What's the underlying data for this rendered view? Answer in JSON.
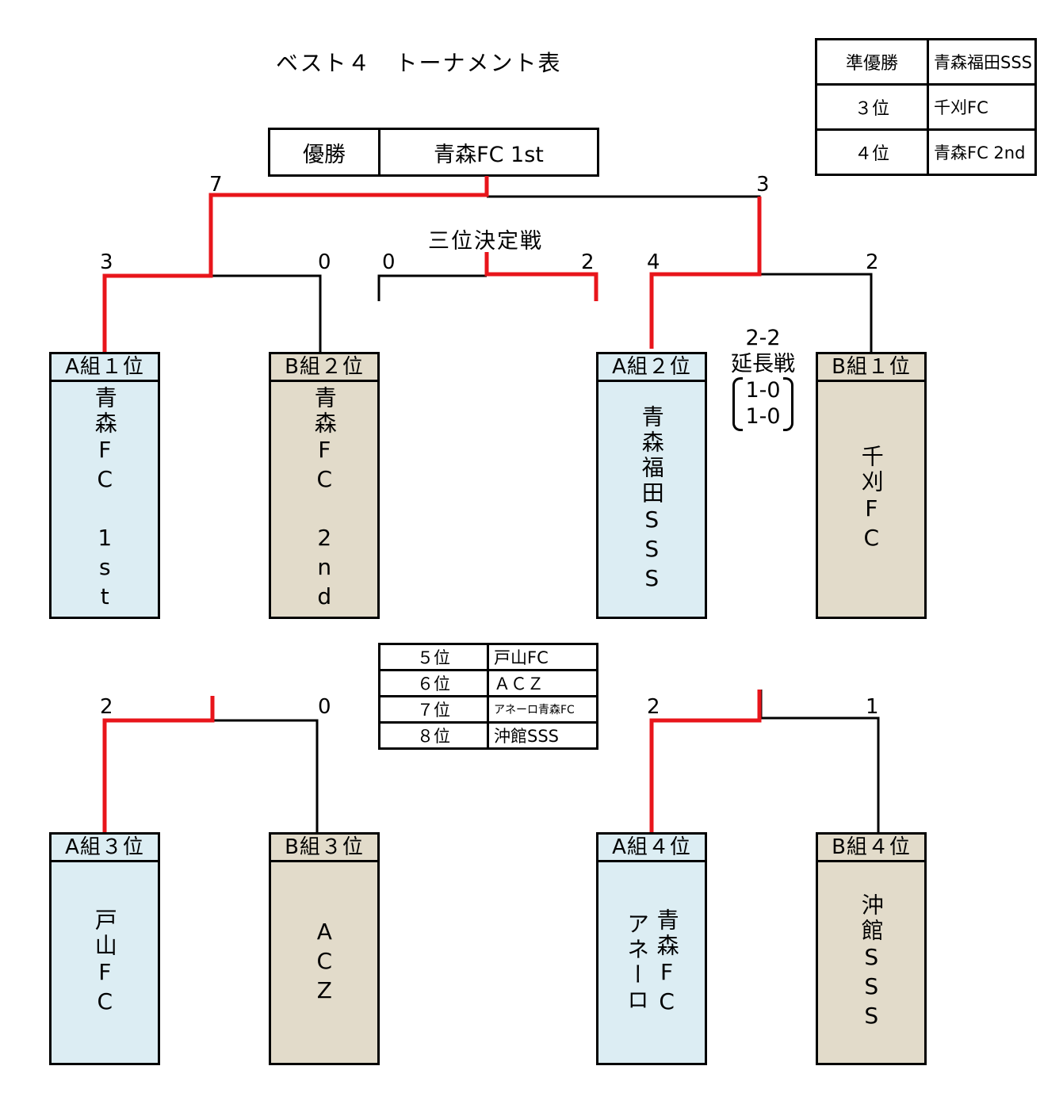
{
  "title": "ベスト４　トーナメント表",
  "champion": {
    "label": "優勝",
    "team": "青森FC 1st"
  },
  "top_ranks": [
    {
      "place": "準優勝",
      "team": "青森福田SSS"
    },
    {
      "place": "３位",
      "team": "千刈FC"
    },
    {
      "place": "４位",
      "team": "青森FC 2nd"
    }
  ],
  "third_place_title": "三位決定戦",
  "lower_ranks": [
    {
      "place": "５位",
      "team": "戸山FC"
    },
    {
      "place": "６位",
      "team": "ＡＣＺ"
    },
    {
      "place": "７位",
      "team": "アネーロ青森FC"
    },
    {
      "place": "８位",
      "team": "沖館SSS"
    }
  ],
  "scores": {
    "final_left": "7",
    "final_right": "3",
    "semi1_left": "3",
    "semi1_right": "0",
    "third_left": "0",
    "third_right": "2",
    "semi2_left": "4",
    "semi2_right": "2",
    "low1_left": "2",
    "low1_right": "0",
    "low2_left": "2",
    "low2_right": "1"
  },
  "extra_time": {
    "score": "2-2",
    "label": "延長戦",
    "half1": "1-0",
    "half2": "1-0"
  },
  "teams": {
    "a1": {
      "group": "A組１位",
      "name": "青森FC 1st"
    },
    "b2": {
      "group": "B組２位",
      "name": "青森FC 2nd"
    },
    "a2": {
      "group": "A組２位",
      "name": "青森福田SSS"
    },
    "b1": {
      "group": "B組１位",
      "name": "千刈FC"
    },
    "a3": {
      "group": "A組３位",
      "name": "戸山FC"
    },
    "b3": {
      "group": "B組３位",
      "name": "ACZ"
    },
    "a4": {
      "group": "A組４位",
      "name_col1": "アネーロ",
      "name_col2": "青森FC"
    },
    "b4": {
      "group": "B組４位",
      "name": "沖館SSS"
    }
  },
  "colors": {
    "win_line": "#e8151b",
    "line": "#000000",
    "group_a_bg": "#dcedf3",
    "group_b_bg": "#e2dbca"
  }
}
